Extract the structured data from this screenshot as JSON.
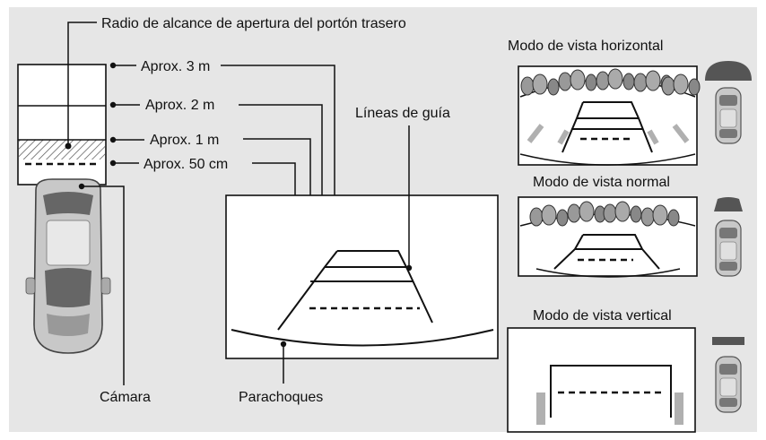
{
  "labels": {
    "tailgate_radius": "Radio de alcance de apertura del portón trasero",
    "dist_3m": "Aprox. 3 m",
    "dist_2m": "Aprox. 2 m",
    "dist_1m": "Aprox. 1 m",
    "dist_50cm": "Aprox. 50 cm",
    "guide_lines": "Líneas de guía",
    "camera": "Cámara",
    "bumper": "Parachoques"
  },
  "views": {
    "wide": "Modo de vista horizontal",
    "normal": "Modo de vista normal",
    "top": "Modo de vista vertical"
  },
  "colors": {
    "background": "#e6e6e6",
    "line": "#111111",
    "tailgate_hatch": "#555555",
    "car_body": "#c8c8c8",
    "car_outline": "#555555",
    "view_cone": "#555555",
    "tree_fill": "#999999",
    "side_marker": "#b0b0b0"
  }
}
